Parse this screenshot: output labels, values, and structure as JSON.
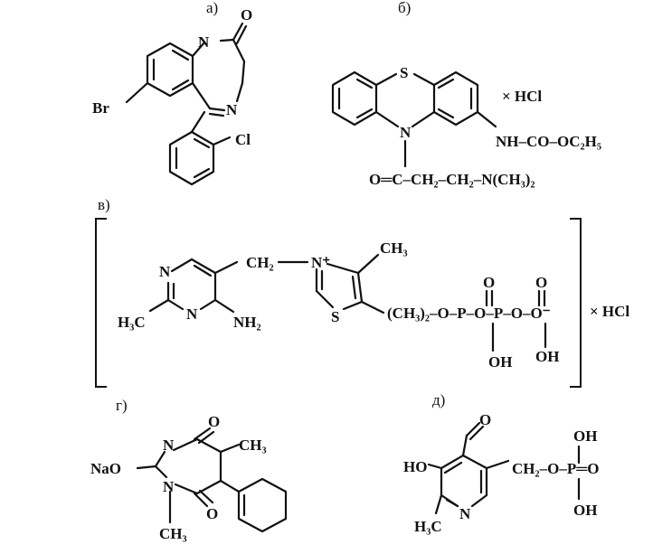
{
  "panels": {
    "a": {
      "label": "а)",
      "atoms": {
        "n_top": "N",
        "o": "O",
        "n_ring": "N",
        "br": "Br",
        "cl": "Cl"
      }
    },
    "b": {
      "label": "б)",
      "atoms": {
        "s": "S",
        "n": "N",
        "hcl": "× HCl"
      },
      "side_chain": "NH–CO–OC₂H₅",
      "acyl_chain": "O═C–CH₂–CH₂–N(CH₃)₂"
    },
    "v": {
      "label": "в)",
      "atoms": {
        "n_top": "N",
        "n_bottom": "N",
        "h3c": "H₃C",
        "nh2": "NH₂",
        "ch2": "CH₂",
        "n_plus": "N⁺",
        "ch3": "CH₃",
        "s": "S",
        "chain": "(CH₃)₂–O–P–O–P–O–O⁻",
        "o1": "O",
        "o2": "O",
        "oh1": "OH",
        "oh2": "OH",
        "hcl": "× HCl"
      }
    },
    "g": {
      "label": "г)",
      "atoms": {
        "o_top": "O",
        "n_top": "N",
        "ch3_right": "CH₃",
        "nao": "NaO",
        "n_bottom": "N",
        "o_bottom": "O",
        "ch3_bottom": "CH₃"
      }
    },
    "d": {
      "label": "д)",
      "atoms": {
        "o_ald": "O",
        "ho": "HO",
        "oh_top": "OH",
        "o_dbl": "O",
        "chain": "CH₂–O–P═O",
        "h3c": "H₃C",
        "n": "N",
        "oh_bottom": "OH"
      }
    }
  }
}
